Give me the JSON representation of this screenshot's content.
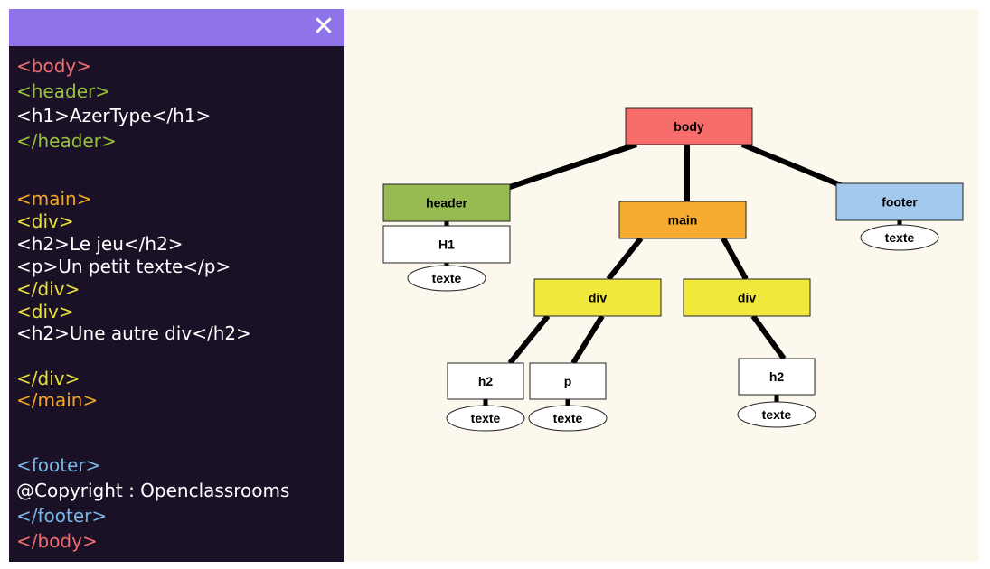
{
  "code_panel": {
    "close_label": "✕",
    "lines": [
      {
        "text": "<body>",
        "kind": "body"
      },
      {
        "text": "<header>",
        "kind": "header"
      },
      {
        "text": "<h1>AzerType</h1>",
        "kind": "text"
      },
      {
        "text": "</header>",
        "kind": "header"
      },
      {
        "text": "<main>",
        "kind": "main"
      },
      {
        "text": "<div>",
        "kind": "div"
      },
      {
        "text": "<h2>Le jeu</h2>",
        "kind": "text"
      },
      {
        "text": "<p>Un petit texte</p>",
        "kind": "text"
      },
      {
        "text": "</div>",
        "kind": "div"
      },
      {
        "text": "<div>",
        "kind": "div"
      },
      {
        "text": "<h2>Une autre div</h2>",
        "kind": "text"
      },
      {
        "text": "</div>",
        "kind": "div"
      },
      {
        "text": "</main>",
        "kind": "main"
      },
      {
        "text": "<footer>",
        "kind": "footer"
      },
      {
        "text": "@Copyright : Openclassrooms",
        "kind": "text"
      },
      {
        "text": "</footer>",
        "kind": "footer"
      },
      {
        "text": "</body>",
        "kind": "body"
      }
    ]
  },
  "colors": {
    "code_background": "#1a1126",
    "code_header": "#8f73e9",
    "tree_background": "#fcf8ee",
    "body": "#f26d6d",
    "header": "#99c23c",
    "main": "#f2a622",
    "div": "#e8e03c",
    "footer": "#7ab6e4",
    "text": "#ffffff"
  },
  "tree": {
    "nodes": [
      {
        "id": "body",
        "label": "body",
        "shape": "rect",
        "color": "#f66c6a"
      },
      {
        "id": "header",
        "label": "header",
        "shape": "rect",
        "color": "#97bb51"
      },
      {
        "id": "h1",
        "label": "H1",
        "shape": "rect",
        "color": "#ffffff"
      },
      {
        "id": "h1_text",
        "label": "texte",
        "shape": "ellipse"
      },
      {
        "id": "main",
        "label": "main",
        "shape": "rect",
        "color": "#f6aa2f"
      },
      {
        "id": "footer",
        "label": "footer",
        "shape": "rect",
        "color": "#a3c9ef"
      },
      {
        "id": "footer_text",
        "label": "texte",
        "shape": "ellipse"
      },
      {
        "id": "div1",
        "label": "div",
        "shape": "rect",
        "color": "#f0e93c"
      },
      {
        "id": "div2",
        "label": "div",
        "shape": "rect",
        "color": "#f0e93c"
      },
      {
        "id": "h2a",
        "label": "h2",
        "shape": "rect",
        "color": "#ffffff"
      },
      {
        "id": "h2a_text",
        "label": "texte",
        "shape": "ellipse"
      },
      {
        "id": "p",
        "label": "p",
        "shape": "rect",
        "color": "#ffffff"
      },
      {
        "id": "p_text",
        "label": "texte",
        "shape": "ellipse"
      },
      {
        "id": "h2b",
        "label": "h2",
        "shape": "rect",
        "color": "#ffffff"
      },
      {
        "id": "h2b_text",
        "label": "texte",
        "shape": "ellipse"
      }
    ],
    "edges": [
      {
        "from": "body",
        "to": "header"
      },
      {
        "from": "body",
        "to": "main"
      },
      {
        "from": "body",
        "to": "footer"
      },
      {
        "from": "header",
        "to": "h1"
      },
      {
        "from": "h1",
        "to": "h1_text"
      },
      {
        "from": "footer",
        "to": "footer_text"
      },
      {
        "from": "main",
        "to": "div1"
      },
      {
        "from": "main",
        "to": "div2"
      },
      {
        "from": "div1",
        "to": "h2a"
      },
      {
        "from": "div1",
        "to": "p"
      },
      {
        "from": "div2",
        "to": "h2b"
      },
      {
        "from": "h2a",
        "to": "h2a_text"
      },
      {
        "from": "p",
        "to": "p_text"
      },
      {
        "from": "h2b",
        "to": "h2b_text"
      }
    ]
  }
}
